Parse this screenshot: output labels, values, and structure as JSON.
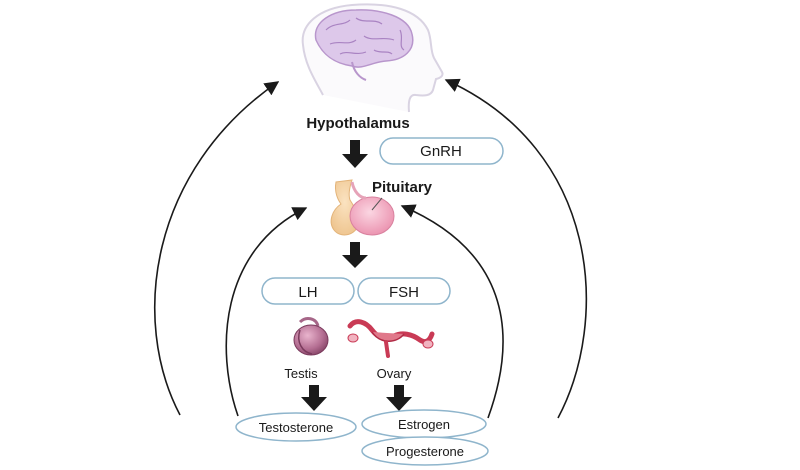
{
  "nodes": {
    "hypothalamus": "Hypothalamus",
    "gnrh": "GnRH",
    "pituitary": "Pituitary",
    "lh": "LH",
    "fsh": "FSH",
    "testis": "Testis",
    "ovary": "Ovary",
    "testosterone": "Testosterone",
    "estrogen": "Estrogen",
    "progesterone": "Progesterone"
  },
  "colors": {
    "pill_border": "#8fb5cc",
    "arrow": "#1a1a1a",
    "brain": "#c7a8d6",
    "pituitary_left": "#f3cf9d",
    "pituitary_right": "#f0a6bf",
    "testis": "#9c5a7c",
    "ovary": "#c93a55"
  },
  "icons": [
    "head-with-brain-icon",
    "pituitary-gland-icon",
    "testis-icon",
    "ovary-icon"
  ]
}
